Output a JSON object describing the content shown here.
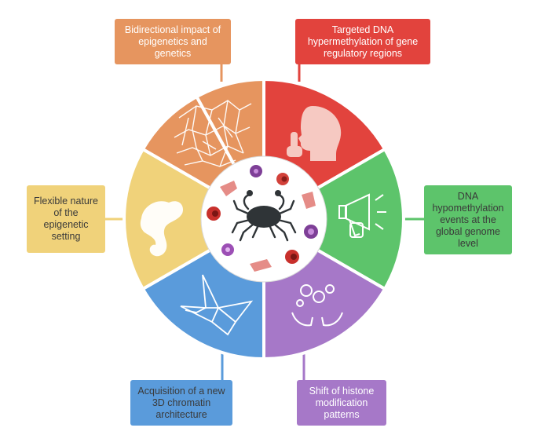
{
  "boxes": {
    "top_left": {
      "text": "Bidirectional impact of epigenetics and genetics",
      "color": "#E6955F"
    },
    "top_right": {
      "text": "Targeted DNA hypermethylation of gene regulatory regions",
      "color": "#E2433D"
    },
    "right": {
      "text": "DNA hypomethylation events at the global genome level",
      "color": "#5DC46B"
    },
    "bottom_right": {
      "text": "Shift of histone modification patterns",
      "color": "#A678C8"
    },
    "bottom_left": {
      "text": "Acquisition of a new 3D chromatin architecture",
      "color": "#5A9BDB"
    },
    "left": {
      "text": "Flexible nature of the epigenetic setting",
      "color": "#F0D27A"
    }
  },
  "icons": {
    "top_left": "cracked-pattern-icon",
    "top_right": "silence-head-icon",
    "right": "megaphone-icon",
    "bottom_right": "juggling-hands-icon",
    "bottom_left": "origami-crane-icon",
    "left": "chameleon-icon",
    "center": "crab-icon"
  }
}
